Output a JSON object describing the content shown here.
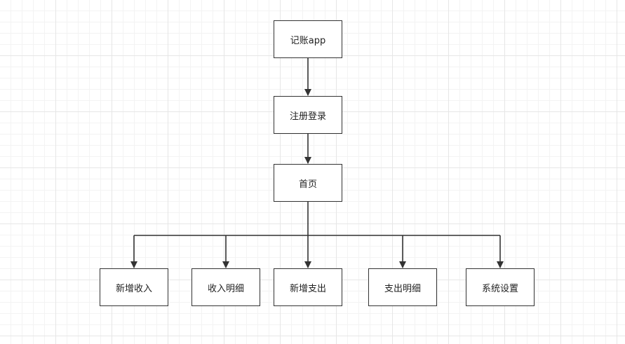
{
  "diagram": {
    "nodes": {
      "app": "记账app",
      "register_login": "注册登录",
      "home": "首页",
      "add_income": "新增收入",
      "income_detail": "收入明细",
      "add_expense": "新增支出",
      "expense_detail": "支出明细",
      "system_settings": "系统设置"
    },
    "edges": [
      [
        "app",
        "register_login"
      ],
      [
        "register_login",
        "home"
      ],
      [
        "home",
        "add_income"
      ],
      [
        "home",
        "income_detail"
      ],
      [
        "home",
        "add_expense"
      ],
      [
        "home",
        "expense_detail"
      ],
      [
        "home",
        "system_settings"
      ]
    ],
    "colors": {
      "line": "#333333",
      "border": "#333333",
      "text": "#222222"
    }
  }
}
